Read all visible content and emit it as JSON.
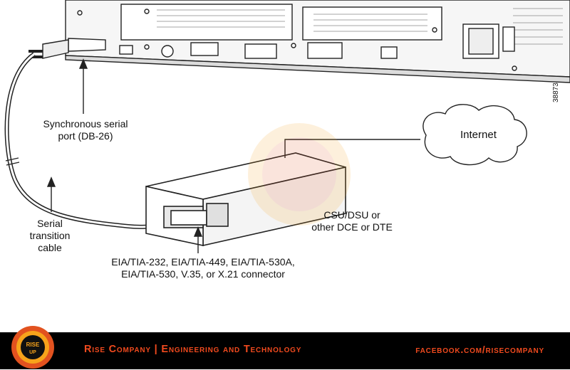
{
  "labels": {
    "sync_port": "Synchronous serial\nport (DB-26)",
    "internet": "Internet",
    "csu_dsu": "CSU/DSU or\nother DCE or DTE",
    "serial_cable": "Serial\ntransition\ncable",
    "connector": "EIA/TIA-232, EIA/TIA-449, EIA/TIA-530A,\nEIA/TIA-530, V.35, or X.21 connector",
    "figure_id": "38873"
  },
  "footer": {
    "brand": "Rise Company | Engineering and Technology",
    "social": "facebook.com/risecompany"
  },
  "logo": {
    "text_top": "RISE",
    "text_bottom": "UP",
    "colors": {
      "ring": "#e2521f",
      "inner": "#111111",
      "accent": "#f7a31b"
    }
  }
}
